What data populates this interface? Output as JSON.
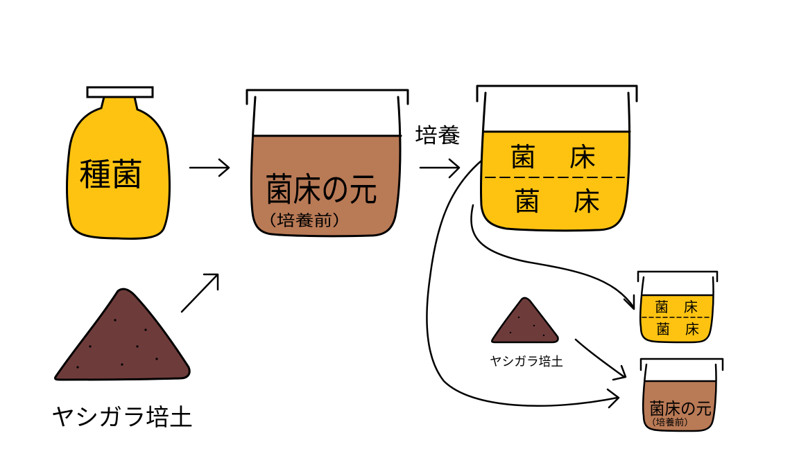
{
  "colors": {
    "yellow": "#fec311",
    "brown": "#b97a56",
    "dark_soil": "#6e3b3b",
    "ink": "#000000",
    "background": "#ffffff"
  },
  "seed_bottle": {
    "label": "種菌"
  },
  "soil_pile": {
    "label": "ヤシガラ培土"
  },
  "medium_jar": {
    "title": "菌床の元",
    "subtitle": "（培養前）"
  },
  "culture_arrow": {
    "label": "培養"
  },
  "cultured_jar": {
    "top_left": "菌",
    "top_right": "床",
    "bottom_left": "菌",
    "bottom_right": "床"
  },
  "small_soil_pile": {
    "label": "ヤシガラ培土"
  },
  "small_cultured_jar": {
    "top_left": "菌",
    "top_right": "床",
    "bottom_left": "菌",
    "bottom_right": "床"
  },
  "small_medium_jar": {
    "title": "菌床の元",
    "subtitle": "（培養前）"
  }
}
